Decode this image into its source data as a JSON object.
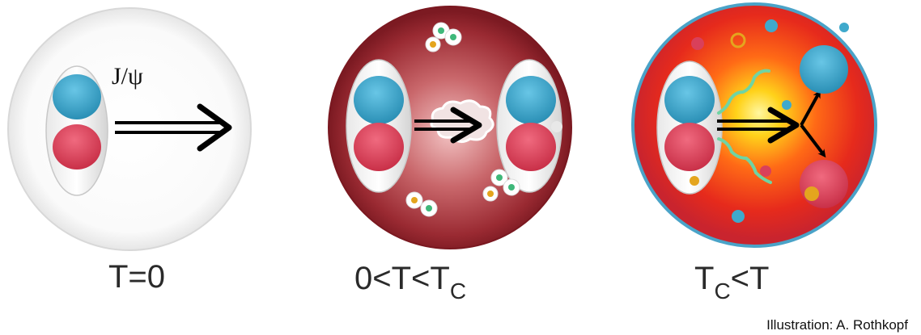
{
  "panels": [
    {
      "caption_parts": [
        "T=0"
      ],
      "inline_label": "J/ψ"
    },
    {
      "caption_parts": [
        "0<T<T",
        "C",
        ""
      ]
    },
    {
      "caption_parts": [
        "T",
        "C",
        "<T"
      ]
    }
  ],
  "credit": "Illustration: A. Rothkopf",
  "colors": {
    "quark_blue": "#3fa9cc",
    "quark_red": "#d9405a",
    "medium_dark_red": "#8e1f2b",
    "hot_core_yellow": "#ffd21a",
    "hot_red": "#e62a1c",
    "arrow": "#000000",
    "gluon_green": "#6fd4a3"
  }
}
